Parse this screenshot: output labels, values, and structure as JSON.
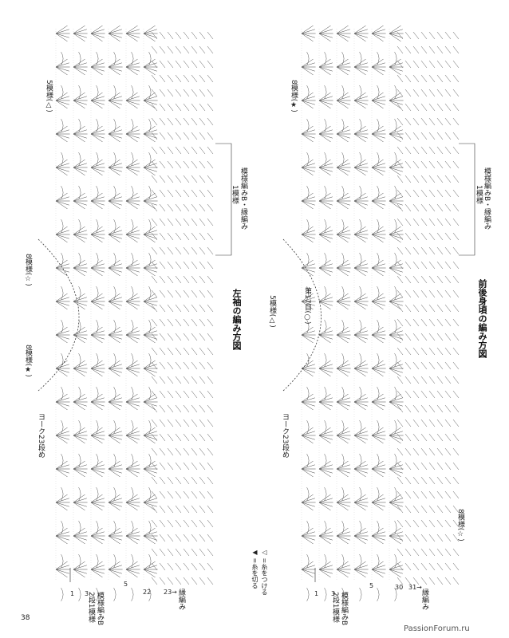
{
  "page_number": "38",
  "watermark": "PassionForum.ru",
  "left_diagram": {
    "title": "左袖の編み方図",
    "labels": {
      "pattern5": "5模様(△)",
      "pattern_bracket": "模様編みB・縁編み",
      "pattern_one": "1模様",
      "pattern8_a": "8模様(☆)",
      "pattern8_b": "8模様(★)",
      "yoke": "ヨーク23段め"
    },
    "row_numbers": [
      "22",
      "23→",
      "5",
      "3",
      "1"
    ],
    "side_labels": {
      "edge": "縁編み",
      "pattern_b": "模様編みB",
      "row_two": "2段1模様"
    }
  },
  "right_diagram": {
    "title": "前後身頃の編み方図",
    "labels": {
      "pattern8_star": "8模様(★)",
      "pattern_bracket": "模様編みB・縁編み",
      "pattern_one": "1模様",
      "pattern5": "5模様(△)",
      "row17": "第17目(○)",
      "yoke": "ヨーク23段め",
      "pattern8_c": "8模様(☆)"
    },
    "row_numbers": [
      "30",
      "31→",
      "5",
      "3",
      "1"
    ],
    "side_labels": {
      "edge": "縁編み",
      "pattern_b": "模様編みB",
      "row_two": "2段1模様"
    }
  },
  "legend": {
    "attach": "◁ =糸をつける",
    "cut": "◀ =糸を切る"
  }
}
